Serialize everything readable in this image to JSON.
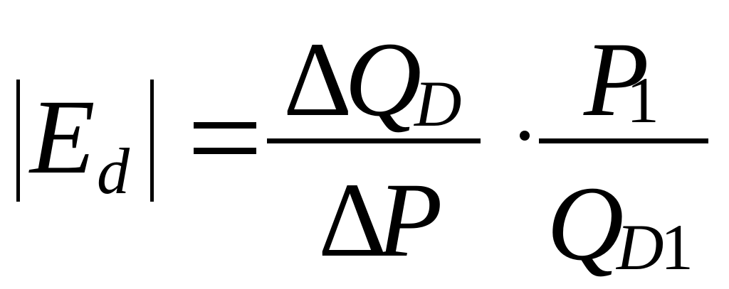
{
  "formula": {
    "lhs": {
      "symbol": "E",
      "subscript": "d"
    },
    "fraction1": {
      "numerator": {
        "delta": "Δ",
        "symbol": "Q",
        "subscript": "D"
      },
      "denominator": {
        "delta": "Δ",
        "symbol": "P"
      }
    },
    "fraction2": {
      "numerator": {
        "symbol": "P",
        "subscript": "1"
      },
      "denominator": {
        "symbol": "Q",
        "subscript_letter": "D",
        "subscript_digit": "1"
      }
    }
  }
}
